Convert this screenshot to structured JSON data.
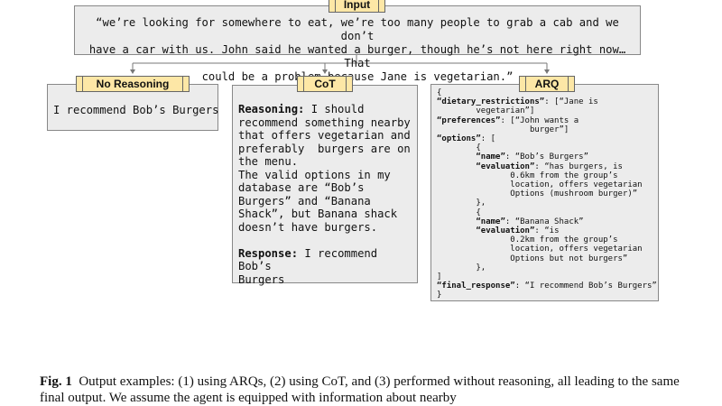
{
  "input": {
    "label": "Input",
    "lines": [
      "“we’re looking for somewhere to eat, we’re too many people to grab a cab and we don’t",
      "have a car with us. John said he wanted a burger, though he’s not here right now… That",
      "could be a problem because Jane is vegetarian.”"
    ]
  },
  "no_reasoning": {
    "label": "No Reasoning",
    "text": "I recommend Bob’s Burgers"
  },
  "cot": {
    "label": "CoT",
    "reasoning_label": "Reasoning:",
    "reasoning_text": " I should\nrecommend something nearby\nthat offers vegetarian and\npreferably  burgers are on\nthe menu.\nThe valid options in my\ndatabase are “Bob’s\nBurgers” and “Banana\nShack”, but Banana shack\ndoesn’t have burgers.\n\n",
    "response_label": "Response:",
    "response_text": " I recommend Bob’s\nBurgers"
  },
  "arq": {
    "label": "ARQ",
    "lines": [
      {
        "indent": "",
        "key": "",
        "text": "{"
      },
      {
        "indent": "",
        "key": "“dietary_restrictions”",
        "text": ": [“Jane is"
      },
      {
        "indent": "        ",
        "key": "",
        "text": "vegetarian”]"
      },
      {
        "indent": "",
        "key": "“preferences”",
        "text": ": [“John wants a"
      },
      {
        "indent": "                   ",
        "key": "",
        "text": "burger”]"
      },
      {
        "indent": "",
        "key": "“options”",
        "text": ": ["
      },
      {
        "indent": "        ",
        "key": "",
        "text": "{"
      },
      {
        "indent": "        ",
        "key": "“name”",
        "text": ": “Bob’s Burgers”"
      },
      {
        "indent": "        ",
        "key": "“evaluation”",
        "text": ": “has burgers, is"
      },
      {
        "indent": "               ",
        "key": "",
        "text": "0.6km from the group’s"
      },
      {
        "indent": "               ",
        "key": "",
        "text": "location, offers vegetarian"
      },
      {
        "indent": "               ",
        "key": "",
        "text": "Options (mushroom burger)”"
      },
      {
        "indent": "        ",
        "key": "",
        "text": "},"
      },
      {
        "indent": "        ",
        "key": "",
        "text": "{"
      },
      {
        "indent": "        ",
        "key": "“name”",
        "text": ": “Banana Shack”"
      },
      {
        "indent": "        ",
        "key": "“evaluation”",
        "text": ": “is"
      },
      {
        "indent": "               ",
        "key": "",
        "text": "0.2km from the group’s"
      },
      {
        "indent": "               ",
        "key": "",
        "text": "location, offers vegetarian"
      },
      {
        "indent": "               ",
        "key": "",
        "text": "Options but not burgers”"
      },
      {
        "indent": "        ",
        "key": "",
        "text": "},"
      },
      {
        "indent": "",
        "key": "",
        "text": "]"
      },
      {
        "indent": "",
        "key": "“final_response”",
        "text": ": “I recommend Bob’s Burgers”"
      },
      {
        "indent": "",
        "key": "",
        "text": "}"
      }
    ]
  },
  "caption": {
    "fig_label": "Fig. 1",
    "text": "Output examples: (1) using ARQs, (2) using CoT, and (3) performed without reasoning, all leading to the same final output. We assume the agent is equipped with information about nearby"
  }
}
